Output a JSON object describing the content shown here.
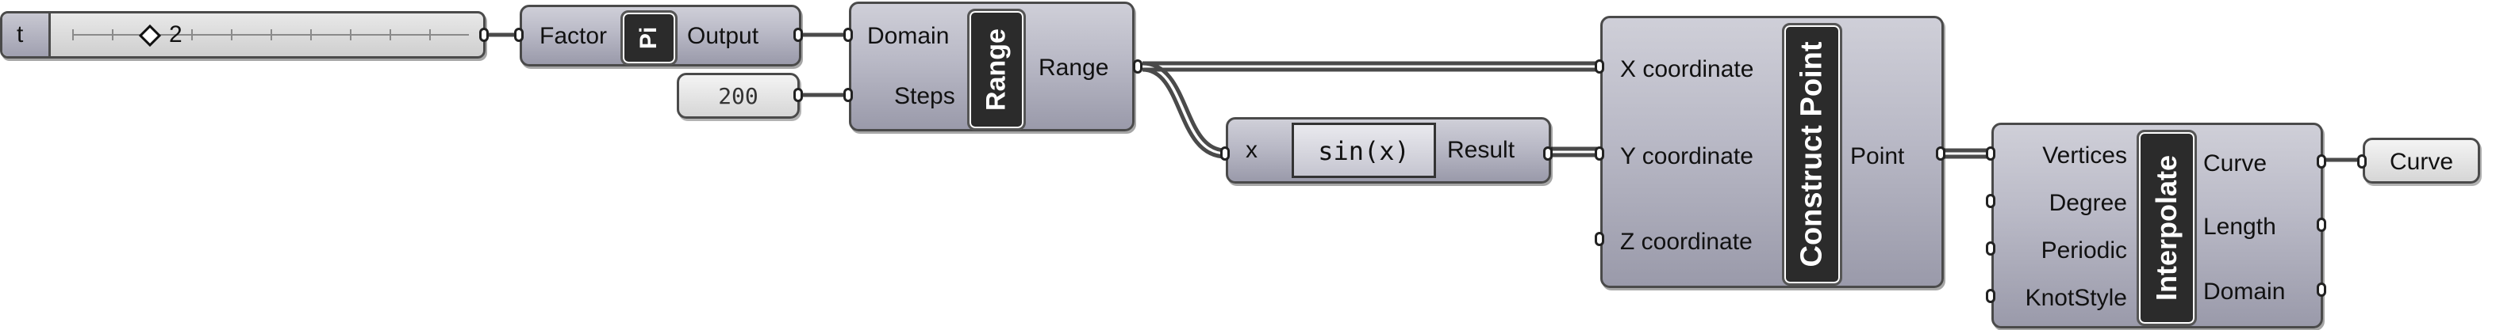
{
  "slider": {
    "name": "t",
    "value": "2"
  },
  "pi": {
    "input": "Factor",
    "nickname": "Pi",
    "output": "Output"
  },
  "steps_panel": {
    "value": "200"
  },
  "range": {
    "inputs": [
      "Domain",
      "Steps"
    ],
    "nickname": "Range",
    "output": "Range"
  },
  "expression": {
    "input": "x",
    "formula": "sin(x)",
    "output": "Result"
  },
  "construct_point": {
    "inputs": [
      "X coordinate",
      "Y coordinate",
      "Z coordinate"
    ],
    "nickname": "Construct Point",
    "output": "Point"
  },
  "interpolate": {
    "inputs": [
      "Vertices",
      "Degree",
      "Periodic",
      "KnotStyle"
    ],
    "nickname": "Interpolate",
    "outputs": [
      "Curve",
      "Length",
      "Domain"
    ]
  },
  "curve_param": {
    "label": "Curve"
  },
  "colors": {
    "component": "#b9b9c6",
    "nickname_bg": "#2b2b2b",
    "wire": "#444444",
    "canvas": "#ffffff"
  }
}
